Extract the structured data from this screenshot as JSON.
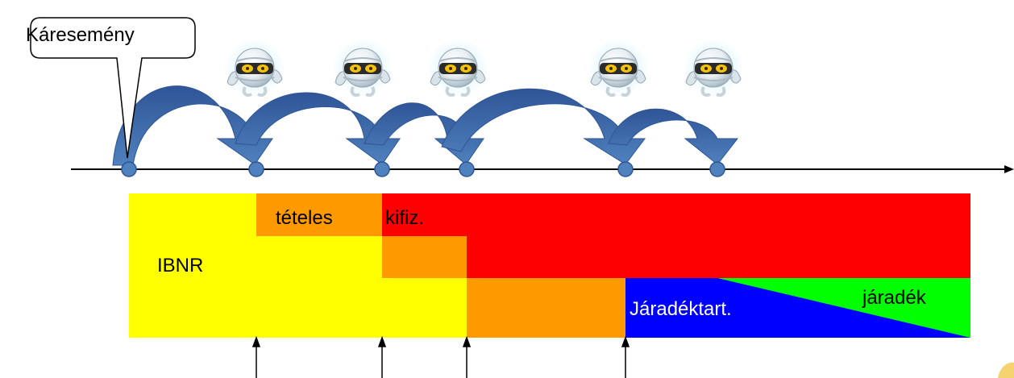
{
  "callout": {
    "text": "Káresemény"
  },
  "regions": {
    "teteles": "tételes",
    "kifiz": "kifiz.",
    "ibnr": "IBNR",
    "jaradektart": "Járadéktart.",
    "jaradek": "járadék"
  },
  "colors": {
    "ibnr": "#ffff00",
    "teteles": "#ff9900",
    "kifiz": "#ff0000",
    "jaradektart": "#0000ff",
    "jaradek": "#00ff00",
    "arrow": "#4f81bd",
    "arrow_dark": "#2f5597",
    "node": "#4f81bd"
  },
  "icons": {
    "mummy": "mummy-icon",
    "event_marker": "timeline-node-icon"
  }
}
